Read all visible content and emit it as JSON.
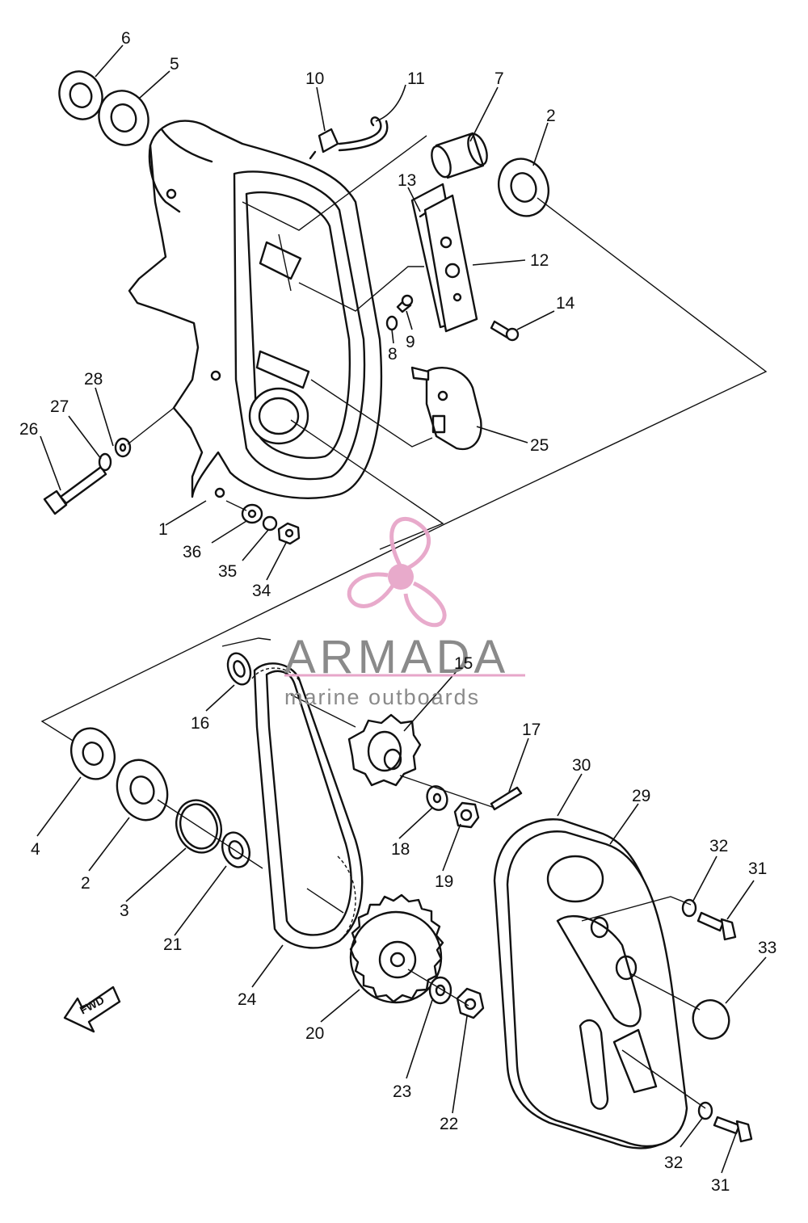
{
  "watermark": {
    "brand": "ARMADA",
    "tagline": "marine outboards",
    "accent_color": "#e7a6c9"
  },
  "fwd_badge": "FWD",
  "part_labels": {
    "p6": "6",
    "p5": "5",
    "p10": "10",
    "p11": "11",
    "p7": "7",
    "p2a": "2",
    "p13": "13",
    "p12": "12",
    "p14": "14",
    "p9": "9",
    "p8": "8",
    "p25": "25",
    "p28": "28",
    "p27": "27",
    "p26": "26",
    "p1": "1",
    "p36": "36",
    "p35": "35",
    "p34": "34",
    "p15": "15",
    "p16": "16",
    "p17": "17",
    "p30": "30",
    "p29": "29",
    "p32a": "32",
    "p31a": "31",
    "p33": "33",
    "p4": "4",
    "p2b": "2",
    "p3": "3",
    "p21": "21",
    "p18": "18",
    "p19": "19",
    "p24": "24",
    "p20": "20",
    "p23": "23",
    "p22": "22",
    "p32b": "32",
    "p31b": "31"
  }
}
